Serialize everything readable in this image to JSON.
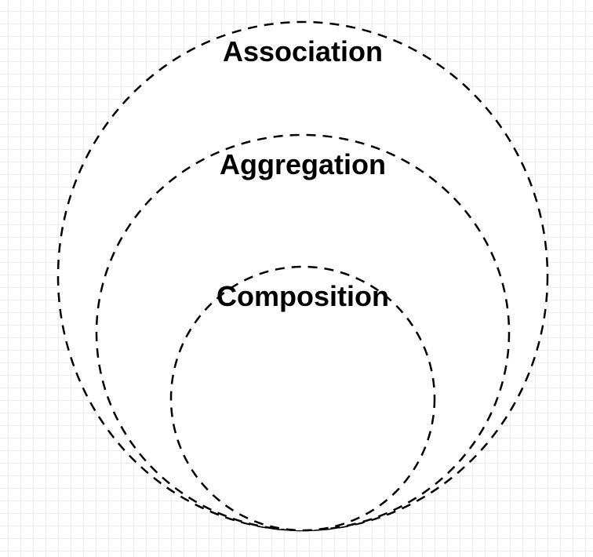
{
  "diagram": {
    "sets": [
      {
        "id": "association",
        "label": "Association"
      },
      {
        "id": "aggregation",
        "label": "Aggregation"
      },
      {
        "id": "composition",
        "label": "Composition"
      }
    ],
    "nesting": [
      "association",
      "aggregation",
      "composition"
    ],
    "line_style": "dashed",
    "stroke_color": "#000000",
    "background": "grid"
  }
}
